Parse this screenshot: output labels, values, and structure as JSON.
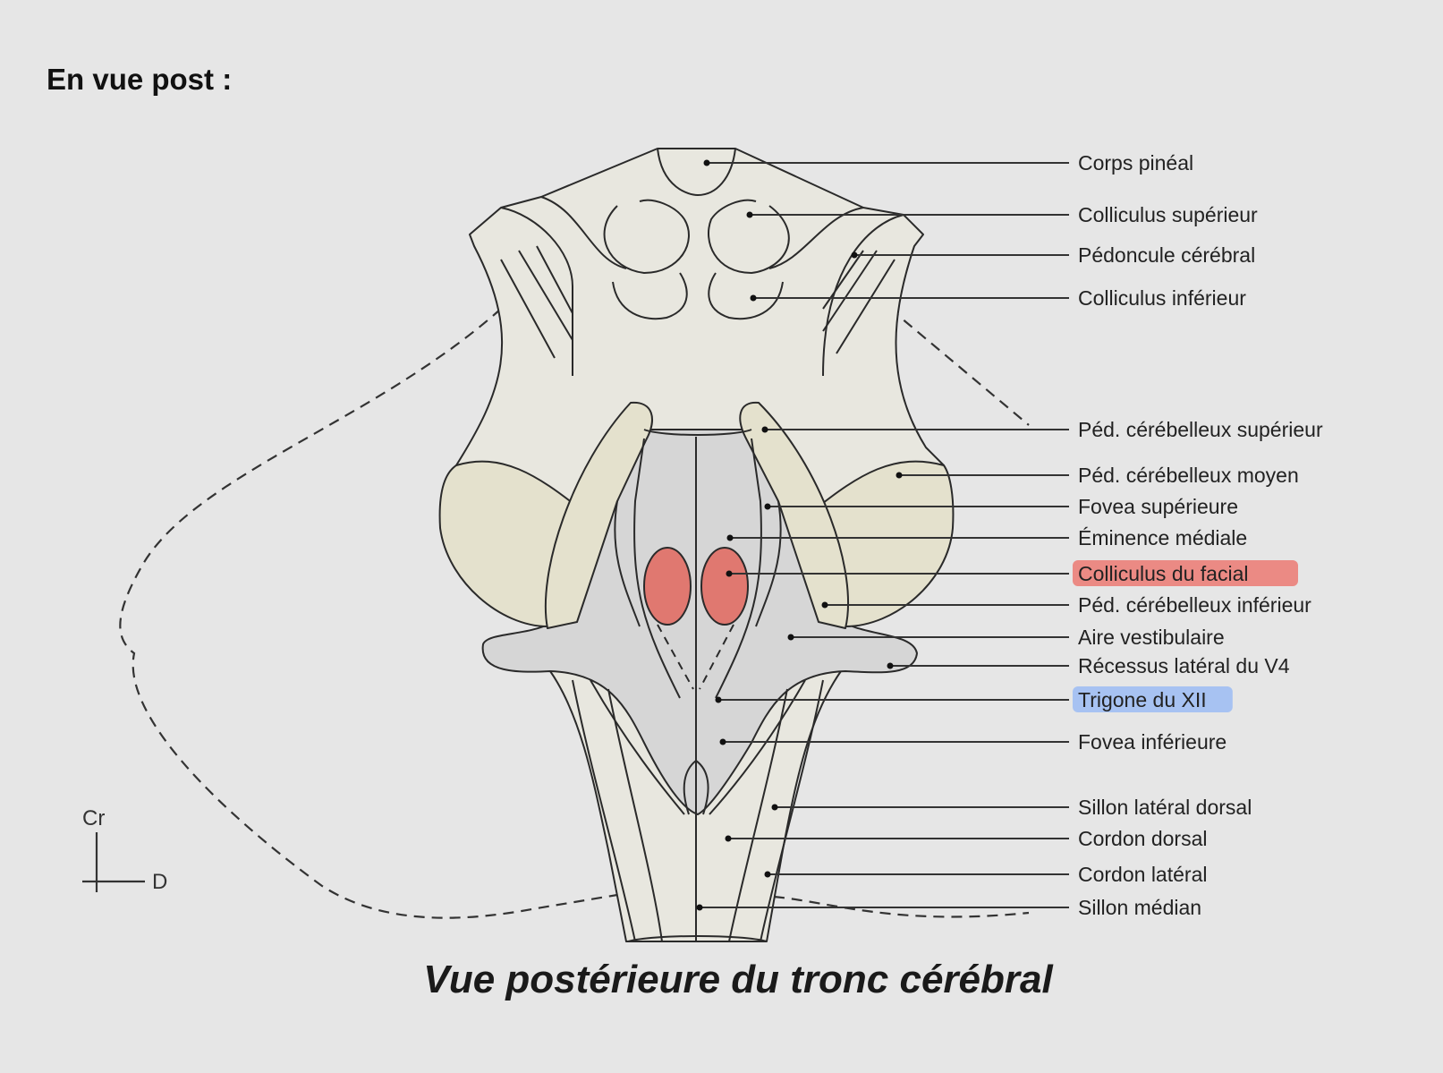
{
  "heading": "En vue post :",
  "caption": "Vue postérieure du tronc cérébral",
  "orientation": {
    "up": "Cr",
    "right": "D"
  },
  "colors": {
    "background": "#e6e6e6",
    "tissue": "#e8e7df",
    "cerebellar_peduncle": "#e4e1cd",
    "floor": "#d6d6d6",
    "facial_colliculus": "#e07870",
    "highlight_red": "#eb8a84",
    "highlight_blue": "#a7c2f2"
  },
  "labels": [
    {
      "text": "Corps pinéal",
      "highlight": null
    },
    {
      "text": "Colliculus supérieur",
      "highlight": null
    },
    {
      "text": "Pédoncule cérébral",
      "highlight": null
    },
    {
      "text": "Colliculus inférieur",
      "highlight": null
    },
    {
      "text": "Péd. cérébelleux supérieur",
      "highlight": null
    },
    {
      "text": "Péd. cérébelleux moyen",
      "highlight": null
    },
    {
      "text": "Fovea supérieure",
      "highlight": null
    },
    {
      "text": "Éminence médiale",
      "highlight": null
    },
    {
      "text": "Colliculus du facial",
      "highlight": "red"
    },
    {
      "text": "Péd. cérébelleux inférieur",
      "highlight": null
    },
    {
      "text": "Aire vestibulaire",
      "highlight": null
    },
    {
      "text": "Récessus latéral du V4",
      "highlight": null
    },
    {
      "text": "Trigone du XII",
      "highlight": "blue"
    },
    {
      "text": "Fovea inférieure",
      "highlight": null
    },
    {
      "text": "Sillon latéral dorsal",
      "highlight": null
    },
    {
      "text": "Cordon dorsal",
      "highlight": null
    },
    {
      "text": "Cordon latéral",
      "highlight": null
    },
    {
      "text": "Sillon médian",
      "highlight": null
    }
  ]
}
